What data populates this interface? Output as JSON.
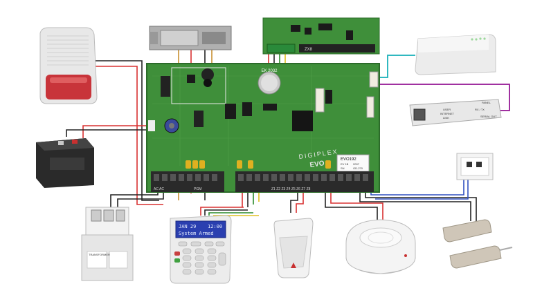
{
  "board": {
    "brand": "DIGIPLEX",
    "model": "EVO",
    "chip_label": "EK 2032",
    "sticker": {
      "title": "EVO192",
      "lines": [
        "EV 1B",
        "2007",
        "SN",
        "GD-270"
      ]
    },
    "terminals_left": "AC AC",
    "terminals_mid": "PGM",
    "terminals_right": "Z1 Z2 Z3 Z4 Z5 Z6 Z7 Z8"
  },
  "keypad": {
    "line1_date": "JAN 29",
    "line1_time": "12:00",
    "line2": "System Armed"
  },
  "ip_module": {
    "labels": [
      "USER",
      "INTERNET",
      "LINK"
    ],
    "right_labels": [
      "PANEL",
      "RX / TX",
      "SERIAL OUT"
    ]
  },
  "expansion": {
    "label": "ZX8"
  },
  "transformer": {
    "label": "TRANSFORMER"
  },
  "colors": {
    "pcb": "#3f8f3a",
    "pcb_dark": "#2c6b2a",
    "siren_red": "#c8343a",
    "lcd_blue": "#2a3fb0",
    "wire_red": "#d83030",
    "wire_purple": "#a030a0",
    "wire_cyan": "#30b8c0"
  }
}
